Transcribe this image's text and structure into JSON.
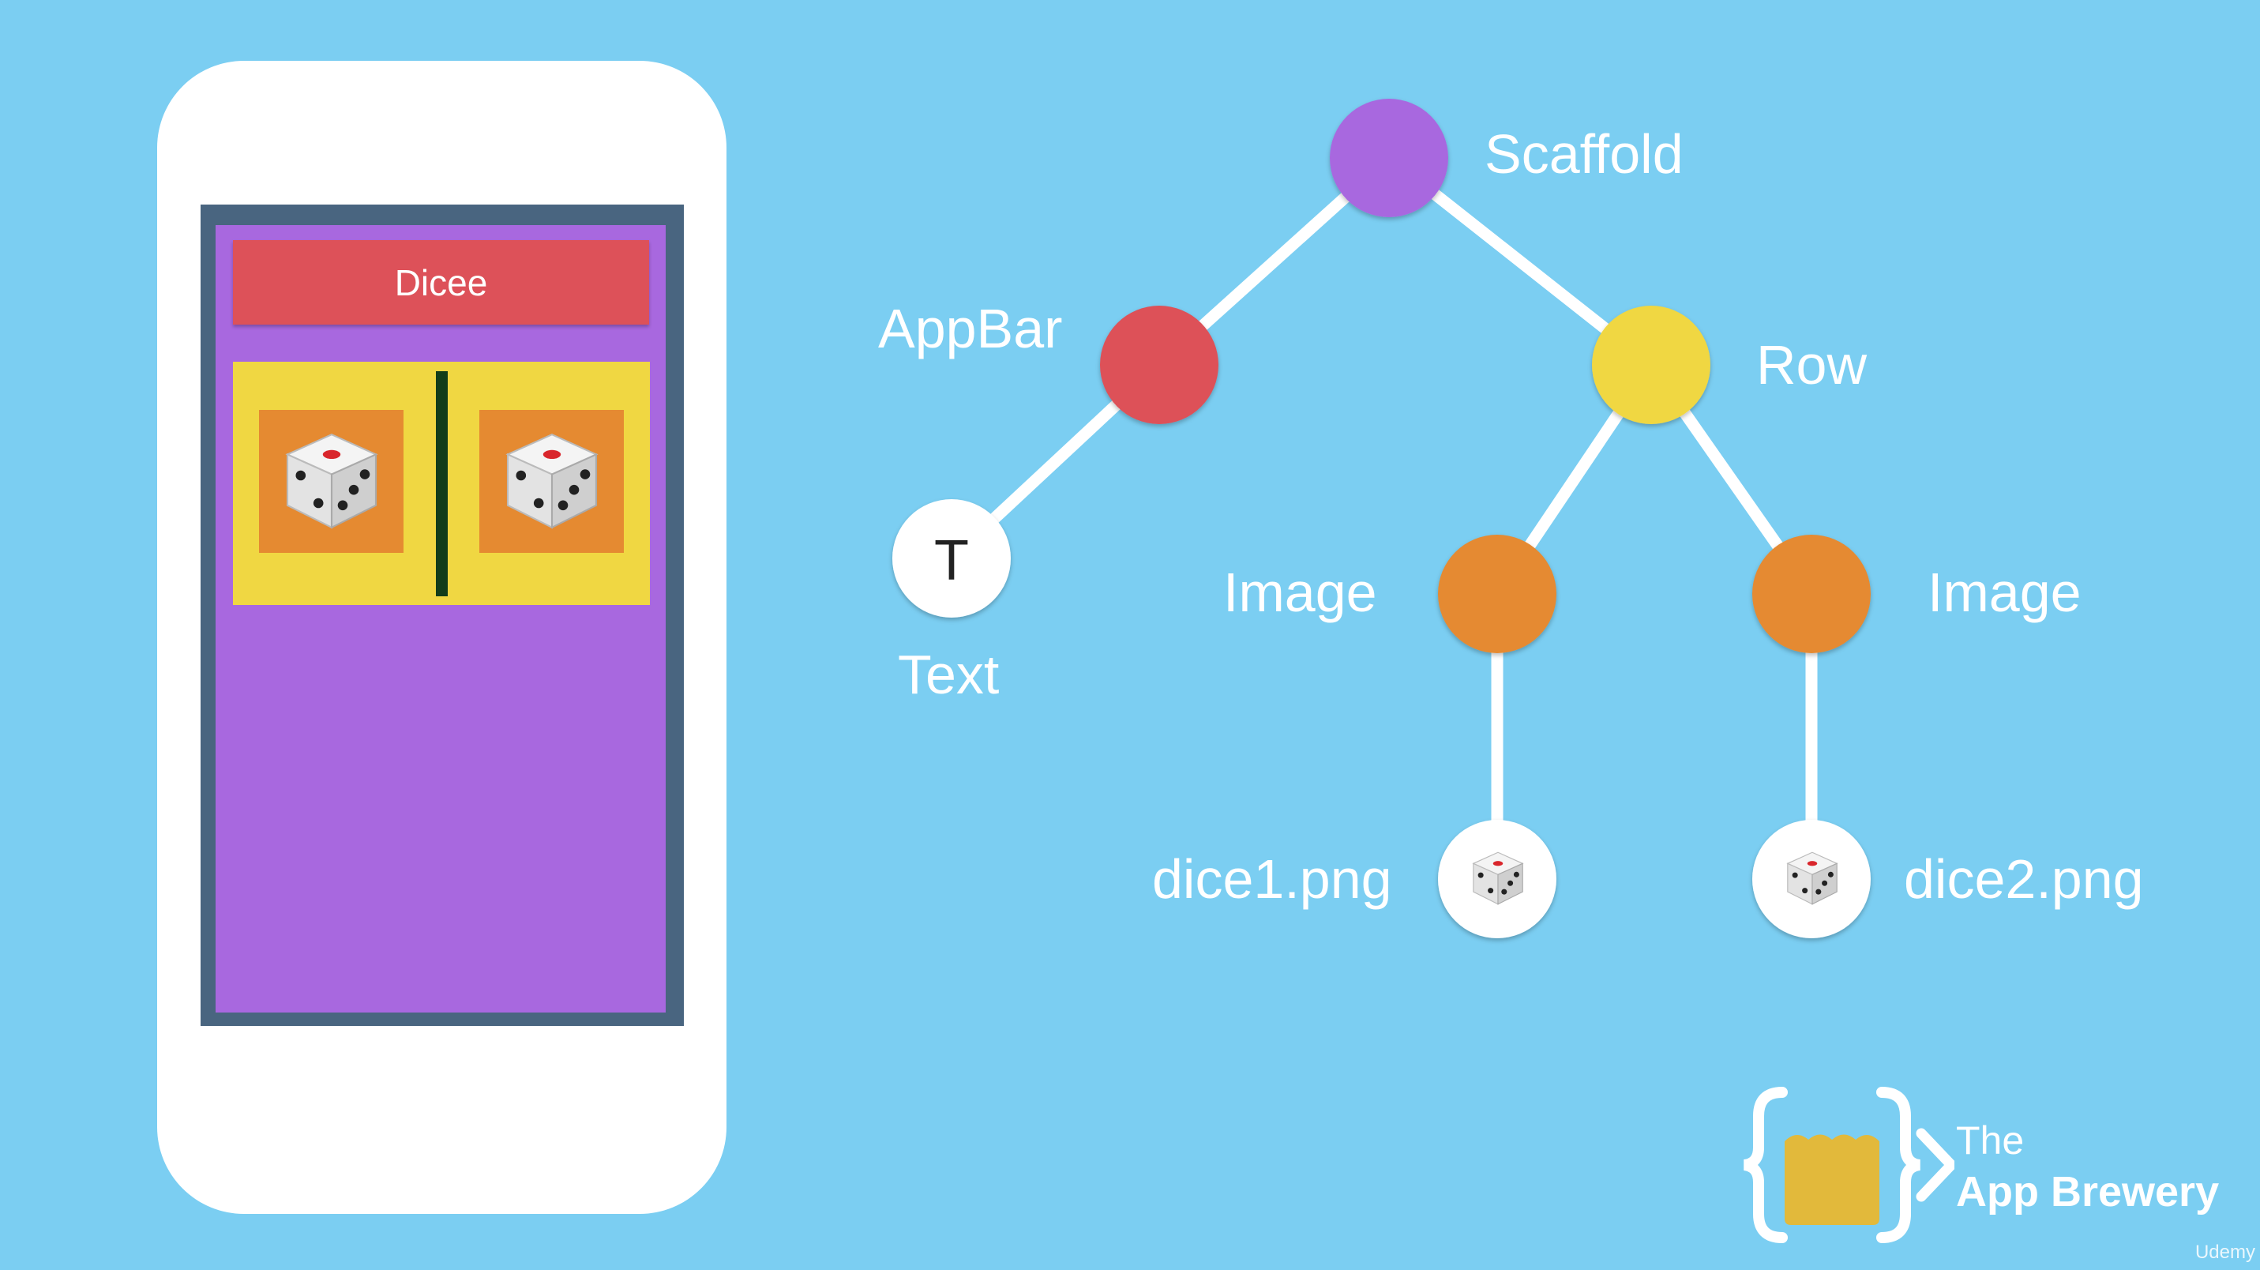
{
  "phone": {
    "appbar_title": "Dicee"
  },
  "tree": {
    "nodes": {
      "scaffold": {
        "label": "Scaffold",
        "color": "#a868df"
      },
      "appbar": {
        "label": "AppBar",
        "color": "#dd5159"
      },
      "row": {
        "label": "Row",
        "color": "#f0d742"
      },
      "text": {
        "label": "Text",
        "glyph": "T",
        "color": "#ffffff"
      },
      "image_left": {
        "label": "Image",
        "color": "#e58a31"
      },
      "image_right": {
        "label": "Image",
        "color": "#e58a31"
      },
      "dice1": {
        "label": "dice1.png",
        "icon": "dice-icon"
      },
      "dice2": {
        "label": "dice2.png",
        "icon": "dice-icon"
      }
    }
  },
  "brand": {
    "the": "The",
    "name": "App Brewery",
    "watermark": "Udemy"
  }
}
